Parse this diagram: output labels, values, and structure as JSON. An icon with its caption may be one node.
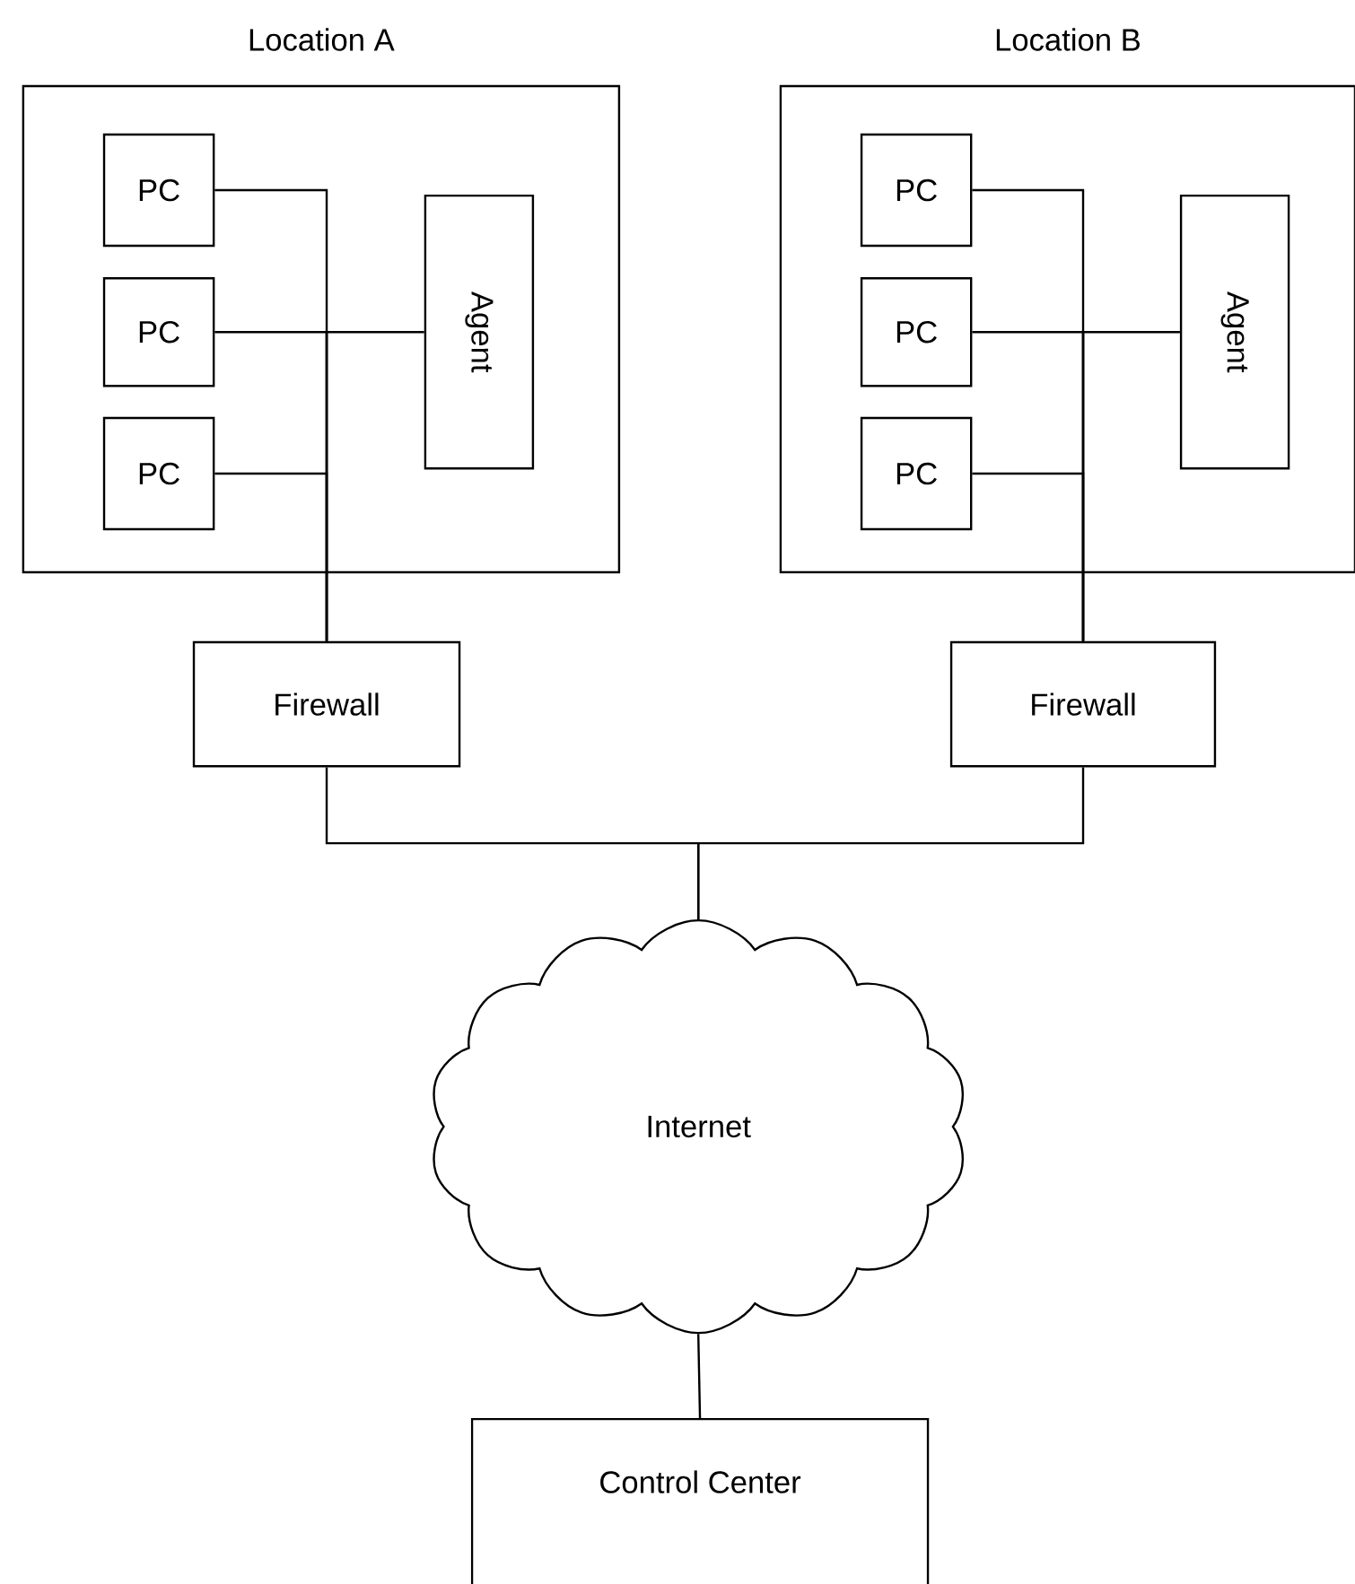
{
  "diagram": {
    "nodes": [
      {
        "text": [
          "Location A"
        ]
      },
      {
        "text": [
          "PC"
        ],
        "in": 0
      },
      {
        "text": [
          "PC"
        ],
        "in": 0
      },
      {
        "text": [
          "PC"
        ],
        "in": 0
      },
      {
        "text": [
          "Agent"
        ],
        "in": 0
      },
      {
        "text": [
          "Location B"
        ]
      },
      {
        "text": [
          "PC"
        ],
        "in": 5
      },
      {
        "text": [
          "PC"
        ],
        "in": 5
      },
      {
        "text": [
          "PC"
        ],
        "in": 5
      },
      {
        "text": [
          "Agent"
        ],
        "in": 5
      },
      {
        "text": [
          "Firewall"
        ]
      },
      {
        "text": [
          "Firewall"
        ]
      },
      {
        "text": [
          "Internet"
        ]
      },
      {
        "text": [
          "Control Center"
        ]
      }
    ],
    "edges": [
      {
        "from": 1,
        "to": 10,
        "arrow": "none"
      },
      {
        "from": 2,
        "to": 10,
        "arrow": "none"
      },
      {
        "from": 3,
        "to": 10,
        "arrow": "none"
      },
      {
        "from": 4,
        "to": 10,
        "arrow": "none"
      },
      {
        "from": 6,
        "to": 11,
        "arrow": "none"
      },
      {
        "from": 7,
        "to": 11,
        "arrow": "none"
      },
      {
        "from": 8,
        "to": 11,
        "arrow": "none"
      },
      {
        "from": 9,
        "to": 11,
        "arrow": "none"
      },
      {
        "from": 10,
        "to": 12,
        "arrow": "none"
      },
      {
        "from": 11,
        "to": 12,
        "arrow": "none"
      },
      {
        "from": 12,
        "to": 13,
        "arrow": "none"
      }
    ]
  }
}
